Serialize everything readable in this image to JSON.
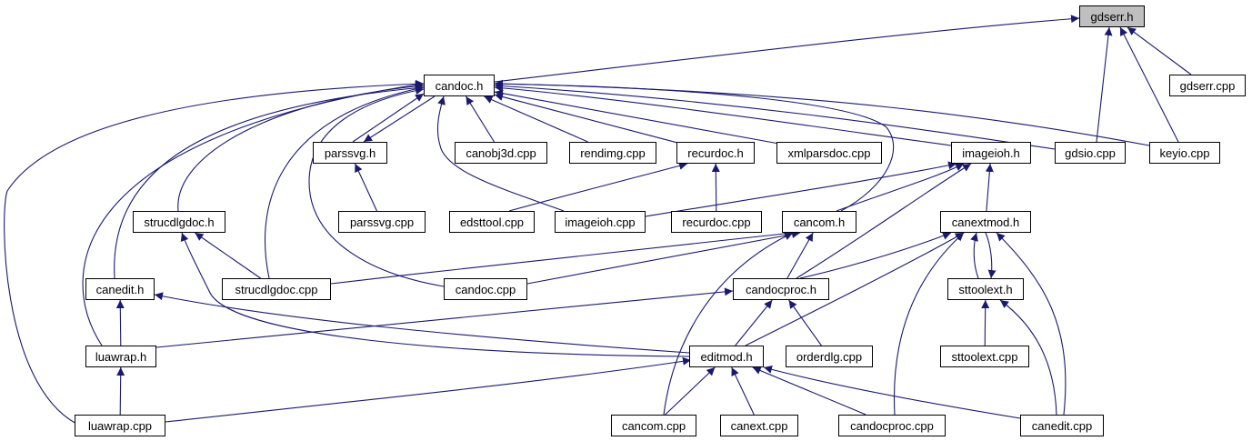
{
  "colors": {
    "edge": "#191970",
    "node_border": "#000000",
    "node_fill": "#ffffff",
    "root_fill": "#bfbfbf"
  },
  "nodes": [
    {
      "id": "gdserr_h",
      "label": "gdserr.h",
      "root": true
    },
    {
      "id": "candoc_h",
      "label": "candoc.h"
    },
    {
      "id": "gdserr_cpp",
      "label": "gdserr.cpp"
    },
    {
      "id": "parssvg_h",
      "label": "parssvg.h"
    },
    {
      "id": "canobj3d_cpp",
      "label": "canobj3d.cpp"
    },
    {
      "id": "rendimg_cpp",
      "label": "rendimg.cpp"
    },
    {
      "id": "recurdoc_h",
      "label": "recurdoc.h"
    },
    {
      "id": "xmlparsdoc_cpp",
      "label": "xmlparsdoc.cpp"
    },
    {
      "id": "imageioh_h",
      "label": "imageioh.h"
    },
    {
      "id": "gdsio_cpp",
      "label": "gdsio.cpp"
    },
    {
      "id": "keyio_cpp",
      "label": "keyio.cpp"
    },
    {
      "id": "strucdlgdoc_h",
      "label": "strucdlgdoc.h"
    },
    {
      "id": "parssvg_cpp",
      "label": "parssvg.cpp"
    },
    {
      "id": "edsttool_cpp",
      "label": "edsttool.cpp"
    },
    {
      "id": "imageioh_cpp",
      "label": "imageioh.cpp"
    },
    {
      "id": "recurdoc_cpp",
      "label": "recurdoc.cpp"
    },
    {
      "id": "cancom_h",
      "label": "cancom.h"
    },
    {
      "id": "canextmod_h",
      "label": "canextmod.h"
    },
    {
      "id": "canedit_h",
      "label": "canedit.h"
    },
    {
      "id": "strucdlgdoc_cpp",
      "label": "strucdlgdoc.cpp"
    },
    {
      "id": "candoc_cpp",
      "label": "candoc.cpp"
    },
    {
      "id": "candocproc_h",
      "label": "candocproc.h"
    },
    {
      "id": "sttoolext_h",
      "label": "sttoolext.h"
    },
    {
      "id": "luawrap_h",
      "label": "luawrap.h"
    },
    {
      "id": "editmod_h",
      "label": "editmod.h"
    },
    {
      "id": "orderdlg_cpp",
      "label": "orderdlg.cpp"
    },
    {
      "id": "sttoolext_cpp",
      "label": "sttoolext.cpp"
    },
    {
      "id": "luawrap_cpp",
      "label": "luawrap.cpp"
    },
    {
      "id": "cancom_cpp",
      "label": "cancom.cpp"
    },
    {
      "id": "canext_cpp",
      "label": "canext.cpp"
    },
    {
      "id": "candocproc_cpp",
      "label": "candocproc.cpp"
    },
    {
      "id": "canedit_cpp",
      "label": "canedit.cpp"
    }
  ],
  "edges": [
    [
      "candoc_h",
      "gdserr_h"
    ],
    [
      "gdserr_cpp",
      "gdserr_h"
    ],
    [
      "gdsio_cpp",
      "gdserr_h"
    ],
    [
      "keyio_cpp",
      "gdserr_h"
    ],
    [
      "parssvg_h",
      "candoc_h"
    ],
    [
      "candoc_h",
      "parssvg_h"
    ],
    [
      "canobj3d_cpp",
      "candoc_h"
    ],
    [
      "rendimg_cpp",
      "candoc_h"
    ],
    [
      "recurdoc_h",
      "candoc_h"
    ],
    [
      "xmlparsdoc_cpp",
      "candoc_h"
    ],
    [
      "imageioh_h",
      "candoc_h"
    ],
    [
      "gdsio_cpp",
      "candoc_h"
    ],
    [
      "keyio_cpp",
      "candoc_h"
    ],
    [
      "strucdlgdoc_h",
      "candoc_h"
    ],
    [
      "strucdlgdoc_cpp",
      "candoc_h"
    ],
    [
      "canedit_h",
      "candoc_h"
    ],
    [
      "luawrap_h",
      "candoc_h"
    ],
    [
      "luawrap_cpp",
      "candoc_h"
    ],
    [
      "candoc_cpp",
      "candoc_h"
    ],
    [
      "imageioh_cpp",
      "candoc_h"
    ],
    [
      "cancom_h",
      "candoc_h"
    ],
    [
      "parssvg_cpp",
      "parssvg_h"
    ],
    [
      "edsttool_cpp",
      "recurdoc_h"
    ],
    [
      "recurdoc_cpp",
      "recurdoc_h"
    ],
    [
      "imageioh_cpp",
      "imageioh_h"
    ],
    [
      "cancom_h",
      "imageioh_h"
    ],
    [
      "candocproc_h",
      "imageioh_h"
    ],
    [
      "canextmod_h",
      "imageioh_h"
    ],
    [
      "strucdlgdoc_cpp",
      "strucdlgdoc_h"
    ],
    [
      "editmod_h",
      "strucdlgdoc_h"
    ],
    [
      "strucdlgdoc_cpp",
      "cancom_h"
    ],
    [
      "candoc_cpp",
      "cancom_h"
    ],
    [
      "candocproc_h",
      "cancom_h"
    ],
    [
      "cancom_cpp",
      "cancom_h"
    ],
    [
      "candocproc_h",
      "canextmod_h"
    ],
    [
      "editmod_h",
      "canextmod_h"
    ],
    [
      "sttoolext_h",
      "canextmod_h"
    ],
    [
      "canextmod_h",
      "sttoolext_h"
    ],
    [
      "candocproc_cpp",
      "canextmod_h"
    ],
    [
      "canedit_cpp",
      "canextmod_h"
    ],
    [
      "luawrap_h",
      "canedit_h"
    ],
    [
      "editmod_h",
      "canedit_h"
    ],
    [
      "luawrap_h",
      "candocproc_h"
    ],
    [
      "editmod_h",
      "candocproc_h"
    ],
    [
      "orderdlg_cpp",
      "candocproc_h"
    ],
    [
      "sttoolext_cpp",
      "sttoolext_h"
    ],
    [
      "canedit_cpp",
      "sttoolext_h"
    ],
    [
      "luawrap_cpp",
      "luawrap_h"
    ],
    [
      "luawrap_cpp",
      "editmod_h"
    ],
    [
      "cancom_cpp",
      "editmod_h"
    ],
    [
      "canext_cpp",
      "editmod_h"
    ],
    [
      "candocproc_cpp",
      "editmod_h"
    ],
    [
      "canedit_cpp",
      "editmod_h"
    ]
  ]
}
